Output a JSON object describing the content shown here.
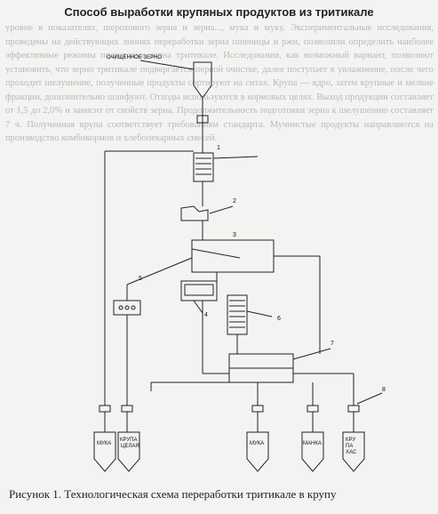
{
  "title": "Способ выработки крупяных продуктов из тритикале",
  "caption": "Рисунок 1. Технологическая схема переработки тритикале в крупу",
  "background_text": "уровне в показателях, шерохового зерна и зерна..., мука и муку. Экспериментальные исследования, проведены на действующих линиях переработки зерна пшеницы и ржи, позволили определить наиболее эффективные режимы подготовки зерна тритикале. Исследования, как возможный вариант, позволяют установить, что зерно тритикале подвергается первой очистке, далее поступает в увлажнение, после чего проходит шелушение, полученные продукты сортируют на ситах. Крупа — ядро, затем крупные и мелкие фракции, дополнительно шлифуют. Отходы используются в кормовых целях. Выход продукции составляет от 1,5 до 2,0% и зависит от свойств зерна. Продолжительность подготовки зерна к шелушению составляет 7 ч. Полученная крупа соответствует требованиям стандарта. Мучнистые продукты направляются на производство комбикормов и хлебопекарных смесей.",
  "labels": {
    "input": "ОЧИЩЕННОЕ ЗЕРНО",
    "out1": "МУКА",
    "out2": "КРУПА ЦЕЛАЯ",
    "out3": "МУКА",
    "out4": "МАНКА",
    "out5": "КРУПА ХАС"
  },
  "numbers": [
    "1",
    "2",
    "3",
    "4",
    "5",
    "6",
    "7",
    "8"
  ]
}
